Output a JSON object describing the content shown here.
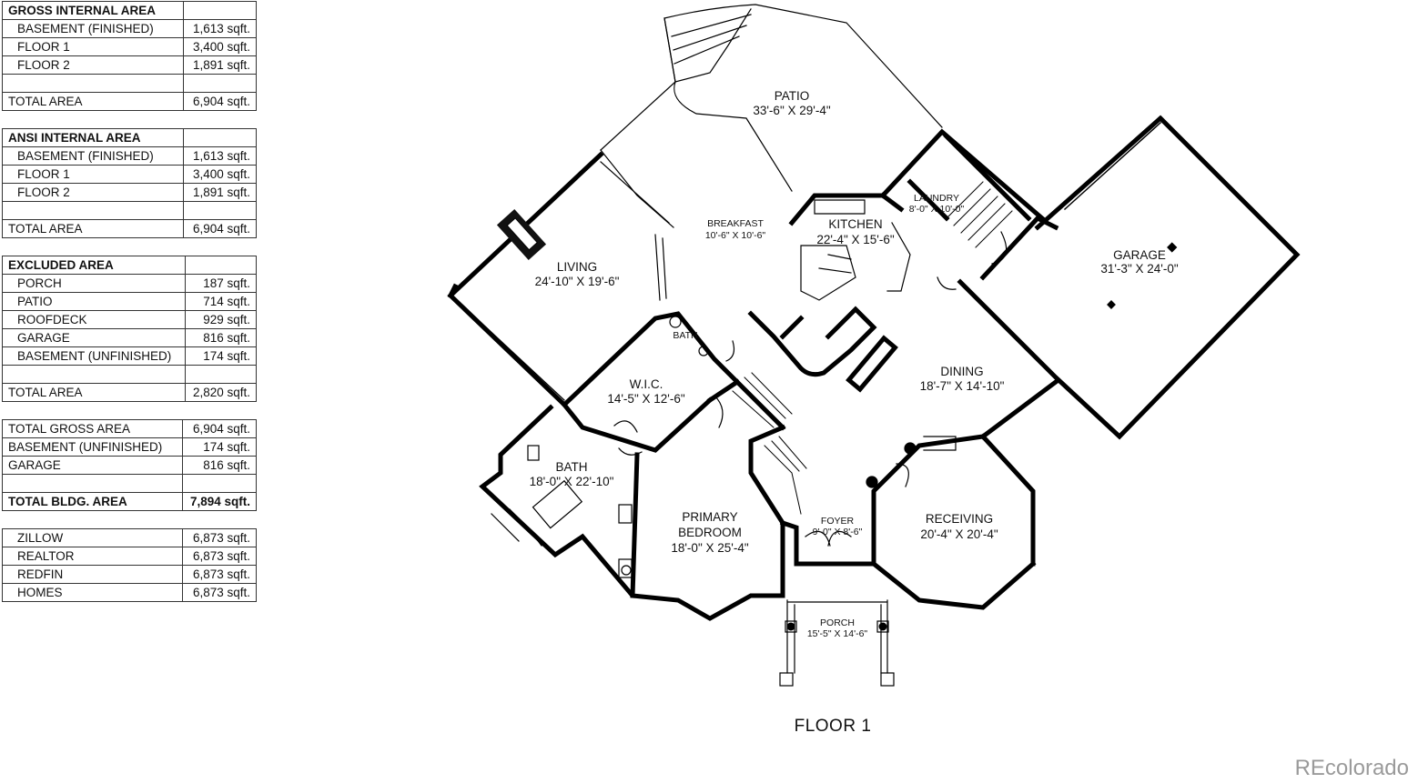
{
  "tables": {
    "gross": {
      "title": "GROSS INTERNAL AREA",
      "rows": [
        {
          "label": "BASEMENT (FINISHED)",
          "value": "1,613 sqft."
        },
        {
          "label": "FLOOR 1",
          "value": "3,400 sqft."
        },
        {
          "label": "FLOOR 2",
          "value": "1,891 sqft."
        },
        {
          "label": "",
          "value": ""
        },
        {
          "label": "TOTAL AREA",
          "value": "6,904 sqft."
        }
      ]
    },
    "ansi": {
      "title": "ANSI INTERNAL AREA",
      "rows": [
        {
          "label": "BASEMENT (FINISHED)",
          "value": "1,613 sqft."
        },
        {
          "label": "FLOOR 1",
          "value": "3,400 sqft."
        },
        {
          "label": "FLOOR 2",
          "value": "1,891 sqft."
        },
        {
          "label": "",
          "value": ""
        },
        {
          "label": "TOTAL AREA",
          "value": "6,904 sqft."
        }
      ]
    },
    "excluded": {
      "title": "EXCLUDED AREA",
      "rows": [
        {
          "label": "PORCH",
          "value": "187 sqft."
        },
        {
          "label": "PATIO",
          "value": "714 sqft."
        },
        {
          "label": "ROOFDECK",
          "value": "929 sqft."
        },
        {
          "label": "GARAGE",
          "value": "816 sqft."
        },
        {
          "label": "BASEMENT (UNFINISHED)",
          "value": "174 sqft."
        },
        {
          "label": "",
          "value": ""
        },
        {
          "label": "TOTAL AREA",
          "value": "2,820 sqft."
        }
      ]
    },
    "totals": {
      "rows": [
        {
          "label": "TOTAL GROSS AREA",
          "value": "6,904 sqft."
        },
        {
          "label": "BASEMENT (UNFINISHED)",
          "value": "174 sqft."
        },
        {
          "label": "GARAGE",
          "value": "816 sqft."
        },
        {
          "label": "",
          "value": ""
        },
        {
          "label": "TOTAL BLDG. AREA",
          "value": "7,894 sqft."
        }
      ]
    },
    "portals": {
      "rows": [
        {
          "label": "ZILLOW",
          "value": "6,873 sqft."
        },
        {
          "label": "REALTOR",
          "value": "6,873 sqft."
        },
        {
          "label": "REDFIN",
          "value": "6,873 sqft."
        },
        {
          "label": "HOMES",
          "value": "6,873 sqft."
        }
      ]
    }
  },
  "rooms": {
    "patio": {
      "name": "PATIO",
      "dim": "33'-6\" X 29'-4\""
    },
    "living": {
      "name": "LIVING",
      "dim": "24'-10\" X 19'-6\""
    },
    "breakfast": {
      "name": "BREAKFAST",
      "dim": "10'-6\" X 10'-6\""
    },
    "kitchen": {
      "name": "KITCHEN",
      "dim": "22'-4\" X 15'-6\""
    },
    "laundry": {
      "name": "LAUNDRY",
      "dim": "8'-0\" X 10'-0\""
    },
    "garage": {
      "name": "GARAGE",
      "dim": "31'-3\" X 24'-0\""
    },
    "bath_small": {
      "name": "BATH"
    },
    "wic": {
      "name": "W.I.C.",
      "dim": "14'-5\" X 12'-6\""
    },
    "dining": {
      "name": "DINING",
      "dim": "18'-7\" X 14'-10\""
    },
    "bath": {
      "name": "BATH",
      "dim": "18'-0\" X 22'-10\""
    },
    "primary": {
      "name1": "PRIMARY",
      "name2": "BEDROOM",
      "dim": "18'-0\" X 25'-4\""
    },
    "foyer": {
      "name": "FOYER",
      "dim": "9'-0\" X 8'-6\""
    },
    "receiving": {
      "name": "RECEIVING",
      "dim": "20'-4\" X 20'-4\""
    },
    "porch": {
      "name": "PORCH",
      "dim": "15'-5\" X 14'-6\""
    }
  },
  "floor_title": "FLOOR 1",
  "brand": "REcolorado"
}
